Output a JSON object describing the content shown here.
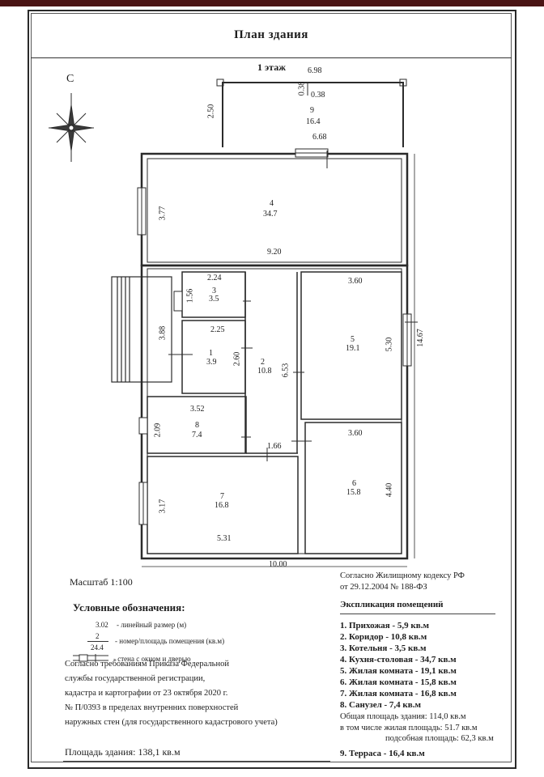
{
  "header": {
    "title": "План здания",
    "floor": "1 этаж",
    "north": "С"
  },
  "plan_labels": {
    "terrace_width": "6.98",
    "terrace_depth": "2.50",
    "terrace_inner_a": "0.38",
    "terrace_inner_b": "0.38",
    "terrace_no": "9",
    "terrace_area": "16.4",
    "kitchen_door_dim": "6.68",
    "kitchen_height": "3.77",
    "kitchen_no": "4",
    "kitchen_area": "34.7",
    "kitchen_width": "9.20",
    "boiler_width": "2.24",
    "boiler_height": "1.56",
    "boiler_no": "3",
    "boiler_area": "3.5",
    "hall_width": "2.25",
    "hall_height": "2.60",
    "hall_no": "1",
    "hall_area": "3.9",
    "porch_height": "3.88",
    "corridor_no": "2",
    "corridor_area": "10.8",
    "corridor_len": "6.53",
    "room5_width": "3.60",
    "room5_height": "5.30",
    "room5_no": "5",
    "room5_area": "19.1",
    "total_height": "14.67",
    "bath_width": "3.52",
    "bath_height": "2.09",
    "bath_no": "8",
    "bath_area": "7.4",
    "corr_width": "1.66",
    "room6_width": "3.60",
    "room6_height": "4.40",
    "room6_no": "6",
    "room6_area": "15.8",
    "room7_height": "3.17",
    "room7_no": "7",
    "room7_area": "16.8",
    "room7_width": "5.31",
    "total_width": "10.00"
  },
  "scale": "Масштаб 1:100",
  "legend": {
    "title": "Условные обозначения:",
    "dim_example": "3.02",
    "dim_text": "- линейный размер (м)",
    "room_no": "2",
    "room_area": "24.4",
    "room_text": "- номер/площадь помещения (кв.м)",
    "wall_text": "- стена с окном и дверью"
  },
  "code_note": {
    "line1": "Согласно Жилищному кодексу РФ",
    "line2": "от 29.12.2004 № 188-ФЗ"
  },
  "explication": {
    "title": "Экспликация помещений",
    "rooms": [
      "1. Прихожая - 5,9 кв.м",
      "2. Коридор - 10,8 кв.м",
      "3. Котельня - 3,5 кв.м",
      "4. Кухня-столовая - 34,7 кв.м",
      "5. Жилая комната - 19,1 кв.м",
      "6. Жилая комната - 15,8 кв.м",
      "7. Жилая комната - 16,8 кв.м",
      "8. Санузел - 7,4 кв.м"
    ],
    "total": "Общая площадь здания: 114,0 кв.м",
    "living": "в том числе жилая площадь: 51.7 кв.м",
    "auxiliary": "подсобная площадь: 62,3 кв.м",
    "terrace": "9. Терраса - 16,4 кв.м"
  },
  "regulation": {
    "lines": [
      "Согласно требованиям Приказа Федеральной",
      "службы государственной регистрации,",
      "кадастра и картографии от 23 октября 2020 г.",
      "№ П/0393 в пределах внутренних поверхностей",
      "наружных стен (для государственного кадастрового учета)"
    ],
    "building_area": "Площадь здания: 138,1 кв.м"
  }
}
